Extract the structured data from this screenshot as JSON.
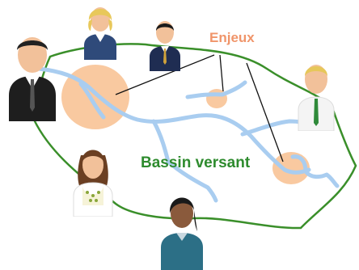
{
  "labels": {
    "stakes": "Enjeux",
    "watershed": "Bassin versant"
  },
  "colors": {
    "stakes_text": "#f0956a",
    "watershed_text": "#2e8b2e",
    "watershed_boundary": "#3a8f2a",
    "river": "#a9cdf0",
    "stake_zone": "#f9c9a0",
    "pointer_line": "#111111"
  },
  "stakeholders": [
    {
      "id": "man-black-suit",
      "icon": "person-businessman-icon"
    },
    {
      "id": "woman-blonde",
      "icon": "person-woman-blonde-icon"
    },
    {
      "id": "man-navy-suit",
      "icon": "person-man-navy-icon"
    },
    {
      "id": "man-green-tie",
      "icon": "person-man-green-tie-icon"
    },
    {
      "id": "woman-brunette",
      "icon": "person-woman-brunette-icon"
    },
    {
      "id": "woman-teal",
      "icon": "person-woman-teal-icon"
    }
  ]
}
